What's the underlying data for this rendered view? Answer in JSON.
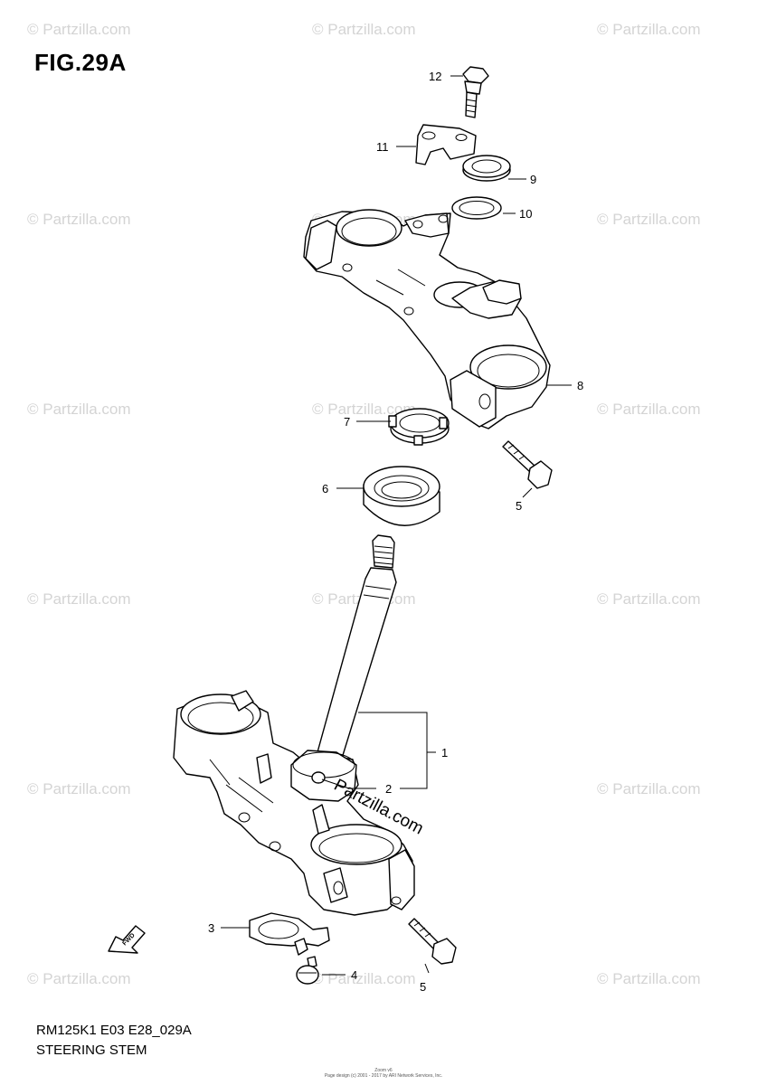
{
  "figure": {
    "title": "FIG.29A",
    "model_code": "RM125K1 E03 E28_029A",
    "section_name": "STEERING STEM"
  },
  "fwd_label": "FWD",
  "watermark_text": "© Partzilla.com",
  "watermark_center": "Partzilla.com",
  "footer": {
    "line1": "Zoom v6",
    "line2": "Page design (c) 2001 - 2017 by ARI Network Services, Inc."
  },
  "callouts": [
    {
      "id": "12",
      "label": "12"
    },
    {
      "id": "11",
      "label": "11"
    },
    {
      "id": "9",
      "label": "9"
    },
    {
      "id": "10",
      "label": "10"
    },
    {
      "id": "8",
      "label": "8"
    },
    {
      "id": "7",
      "label": "7"
    },
    {
      "id": "6",
      "label": "6"
    },
    {
      "id": "5a",
      "label": "5"
    },
    {
      "id": "1",
      "label": "1"
    },
    {
      "id": "2",
      "label": "2"
    },
    {
      "id": "3",
      "label": "3"
    },
    {
      "id": "4",
      "label": "4"
    },
    {
      "id": "5b",
      "label": "5"
    }
  ]
}
